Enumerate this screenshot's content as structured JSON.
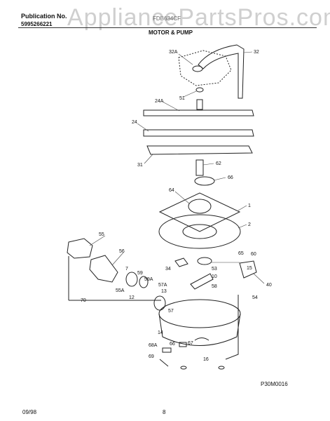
{
  "header": {
    "watermark": "AppliancePartsPros.com",
    "publication_label": "Publication No.",
    "publication_number": "5995266221",
    "model": "FDB634CF",
    "section_title": "MOTOR & PUMP"
  },
  "part_labels": {
    "p32A": "32A",
    "p32": "32",
    "p51": "51",
    "p24A": "24A",
    "p24": "24",
    "p31": "31",
    "p62": "62",
    "p66": "66",
    "p64": "64",
    "p1": "1",
    "p2": "2",
    "p55": "55",
    "p56": "56",
    "p7": "7",
    "p59": "59",
    "p59A": "59A",
    "p55A": "55A",
    "p12": "12",
    "p70": "70",
    "p57A": "57A",
    "p13": "13",
    "p57": "57",
    "p34": "34",
    "p53": "53",
    "p10": "10",
    "p58": "58",
    "p65": "65",
    "p15": "15",
    "p60": "60",
    "p40": "40",
    "p54": "54",
    "p14": "14",
    "p68A": "68A",
    "p66b": "66",
    "p67": "67",
    "p69": "69",
    "p16": "16"
  },
  "footer": {
    "diagram_code": "P30M0016",
    "date": "09/98",
    "page": "8"
  }
}
